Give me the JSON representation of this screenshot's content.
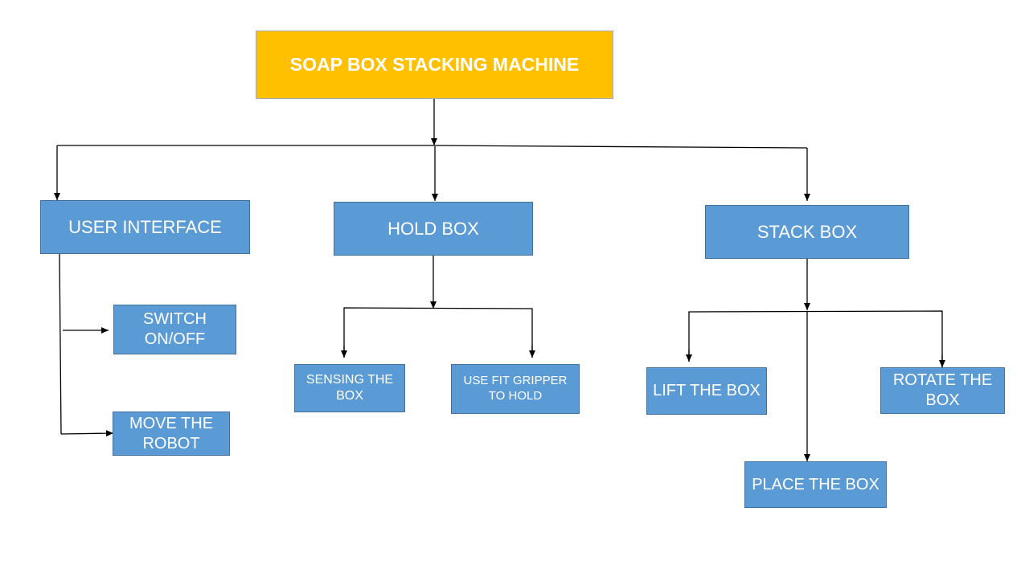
{
  "diagram": {
    "colors": {
      "root_fill": "#ffc000",
      "node_fill": "#5b9bd5",
      "node_border": "#41719c",
      "text": "#ffffff",
      "line": "#000000"
    },
    "nodes": {
      "root": "SOAP BOX STACKING MACHINE",
      "user_interface": "USER INTERFACE",
      "hold_box": "HOLD BOX",
      "stack_box": "STACK BOX",
      "switch_on_off": "SWITCH\nON/OFF",
      "move_the_robot": "MOVE THE\nROBOT",
      "sensing_the_box": "SENSING THE\nBOX",
      "use_fit_gripper": "USE FIT GRIPPER\nTO HOLD",
      "lift_the_box": "LIFT THE BOX",
      "rotate_the_box": "ROTATE THE\nBOX",
      "place_the_box": "PLACE THE BOX"
    },
    "edges": [
      {
        "from": "root",
        "to": "user_interface"
      },
      {
        "from": "root",
        "to": "hold_box"
      },
      {
        "from": "root",
        "to": "stack_box"
      },
      {
        "from": "user_interface",
        "to": "switch_on_off"
      },
      {
        "from": "user_interface",
        "to": "move_the_robot"
      },
      {
        "from": "hold_box",
        "to": "sensing_the_box"
      },
      {
        "from": "hold_box",
        "to": "use_fit_gripper"
      },
      {
        "from": "stack_box",
        "to": "lift_the_box"
      },
      {
        "from": "stack_box",
        "to": "rotate_the_box"
      },
      {
        "from": "stack_box",
        "to": "place_the_box"
      }
    ]
  }
}
